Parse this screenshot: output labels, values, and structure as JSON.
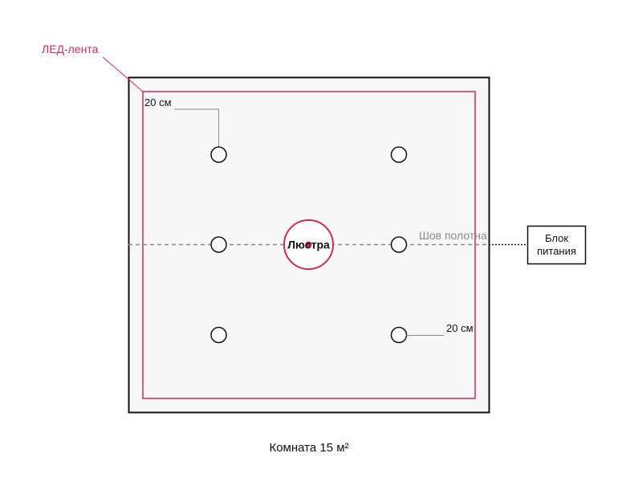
{
  "labels": {
    "led_strip": "ЛЕД-лента",
    "dim_top": "20 см",
    "dim_bottom": "20 см",
    "chandelier": "Люстра",
    "seam": "Шов полотна",
    "power_line1": "Блок",
    "power_line2": "питания",
    "room": "Комната 15 м²"
  },
  "colors": {
    "accent": "#d0285a",
    "line": "#111111",
    "room_fill": "#f7f7f7",
    "seam": "#8a8a8a",
    "leader": "#888888"
  },
  "icons": {
    "spotlight": "spotlight-icon",
    "chandelier": "chandelier-icon"
  }
}
